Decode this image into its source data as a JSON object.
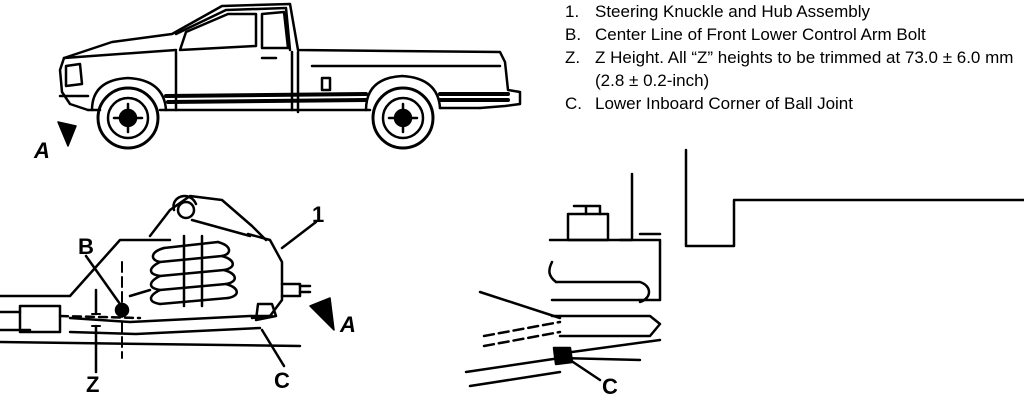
{
  "legend": [
    {
      "key": "1.",
      "text": "Steering Knuckle and Hub Assembly"
    },
    {
      "key": "B.",
      "text": "Center Line of Front Lower Control Arm Bolt"
    },
    {
      "key": "Z.",
      "text": "Z Height. All “Z” heights to be trimmed at 73.0 ± 6.0 mm (2.8 ± 0.2-inch)"
    },
    {
      "key": "C.",
      "text": "Lower Inboard Corner of Ball Joint"
    }
  ],
  "callouts": {
    "view_a_truck": "A",
    "view_a_suspension": "A",
    "item_1": "1",
    "item_b": "B",
    "item_z": "Z",
    "item_c_left": "C",
    "item_c_right": "C"
  }
}
